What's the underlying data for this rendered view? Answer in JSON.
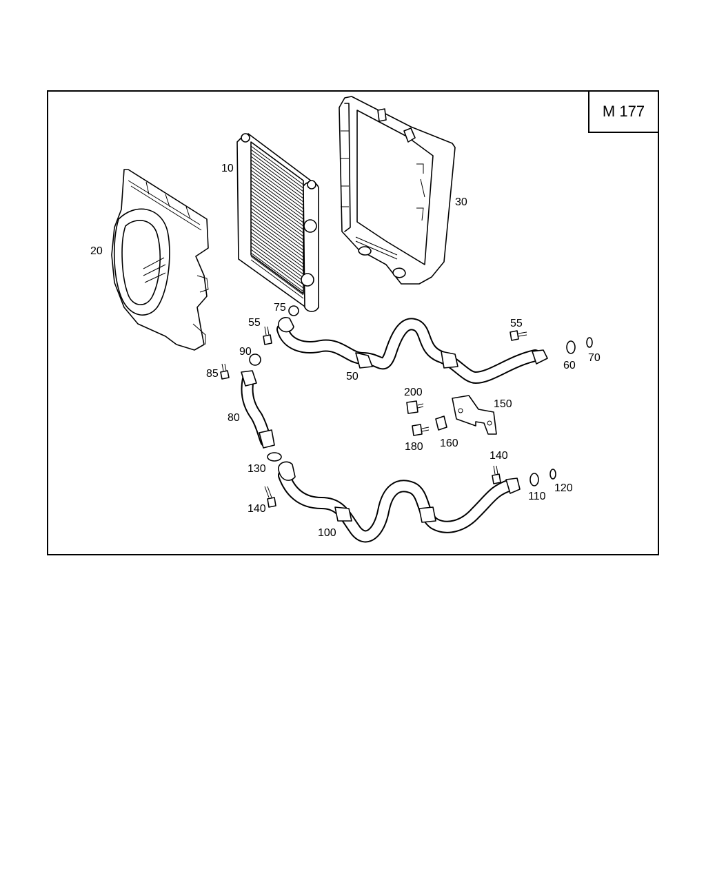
{
  "model_code": "M 177",
  "parts": {
    "p10": "10",
    "p20": "20",
    "p30": "30",
    "p50": "50",
    "p55a": "55",
    "p55b": "55",
    "p60": "60",
    "p70": "70",
    "p75": "75",
    "p80": "80",
    "p85": "85",
    "p90": "90",
    "p100": "100",
    "p110": "110",
    "p120": "120",
    "p130": "130",
    "p140a": "140",
    "p140b": "140",
    "p150": "150",
    "p160": "160",
    "p180": "180",
    "p200": "200"
  }
}
